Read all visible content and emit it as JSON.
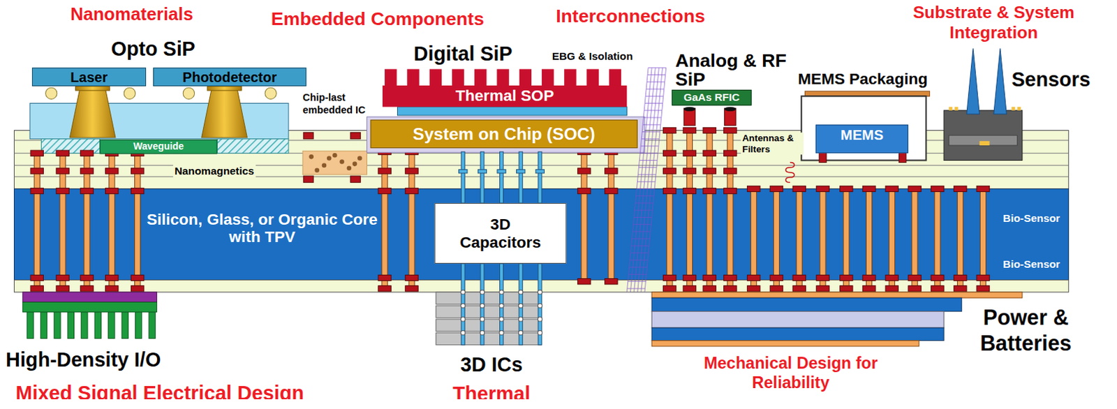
{
  "diagram": {
    "nodes": [
      {
        "text": [
          "Laser"
        ]
      },
      {
        "text": [
          "Photodetector"
        ]
      },
      {
        "text": [
          "Thermal SOP"
        ]
      },
      {
        "text": [
          "GaAs RFIC"
        ]
      },
      {
        "text": [
          "System on Chip (SOC)"
        ]
      },
      {
        "text": [
          "MEMS"
        ]
      },
      {
        "text": [
          "Waveguide"
        ]
      },
      {
        "text": [
          "Silicon, Glass, or Organic Core with TPV"
        ]
      },
      {
        "text": [
          "3D Capacitors"
        ],
        "in": 7
      }
    ],
    "labels": [
      "Nanomaterials",
      "Embedded Components",
      "Interconnections",
      "Substrate & System Integration",
      "Opto SiP",
      "Digital SiP",
      "EBG & Isolation",
      "Analog & RF SiP",
      "Sensors",
      "MEMS Packaging",
      "Chip-last embedded IC",
      "Nanomagnetics",
      "Antennas & Filters",
      "Bio-Sensor",
      "Bio-Sensor",
      "High-Density I/O",
      "3D ICs",
      "Power & Batteries",
      "Mechanical Design for Reliability",
      "Mixed Signal Electrical Design",
      "Thermal"
    ]
  }
}
